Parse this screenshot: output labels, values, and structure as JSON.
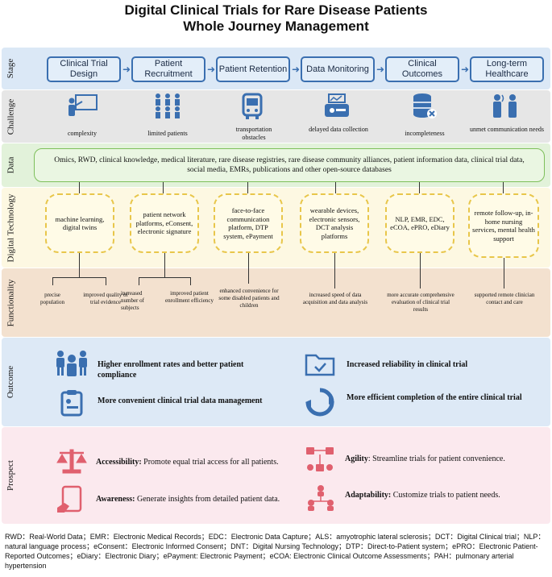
{
  "title": {
    "line1": "Digital Clinical Trials for Rare Disease Patients",
    "line2": "Whole Journey Management"
  },
  "row_labels": {
    "stage": "Stage",
    "challenge": "Challenge",
    "data": "Data",
    "tech": "Digital Technology",
    "func": "Functionality",
    "outcome": "Outcome",
    "prospect": "Prospect"
  },
  "stages": [
    "Clinical Trial Design",
    "Patient Recruitment",
    "Patient Retention",
    "Data Monitoring",
    "Clinical Outcomes",
    "Long-term Healthcare"
  ],
  "challenges": [
    "complexity",
    "limited patients",
    "transportation obstacles",
    "delayed data collection",
    "incompleteness",
    "unmet communication needs"
  ],
  "data_text": "Omics, RWD, clinical knowledge, medical literature, rare disease registries, rare disease community alliances, patient information data, clinical trial data, social media, EMRs, publications and other open-source databases",
  "tech": [
    "machine learning, digital twins",
    "patient network platforms, eConsent, electronic signature",
    "face-to-face communication platform, DTP system, ePayment",
    "wearable devices, electronic sensors, DCT analysis platforms",
    "NLP, EMR, EDC, eCOA, ePRO, eDiary",
    "remote follow-up, in-home nursing services, mental health support"
  ],
  "func": {
    "a1": "precise population",
    "a2": "improved quality of trial evidence",
    "b1": "increased number of subjects",
    "b2": "improved patient enrollment efficiency",
    "c": "enhanced convenience for some disabled patients and children",
    "d": "increased speed of data acquisition and data analysis",
    "e": "more accurate comprehensive evaluation of clinical trial results",
    "f": "supported remote clinician contact and care"
  },
  "outcomes": {
    "o1": "Higher enrollment rates and better patient compliance",
    "o2": "Increased reliability in clinical trial",
    "o3": "More convenient clinical trial data management",
    "o4": "More efficient completion of the entire clinical trial"
  },
  "prospects": {
    "p1_bold": "Accessibility:",
    "p1_text": " Promote equal trial access for all patients.",
    "p2_bold": "Agility",
    "p2_text": ": Streamline trials for patient convenience.",
    "p3_bold": "Awareness:",
    "p3_text": " Generate insights from detailed patient data.",
    "p4_bold": "Adaptability:",
    "p4_text": " Customize trials to patient needs."
  },
  "footnote": "RWD：Real-World Data；EMR：Electronic Medical Records；EDC：Electronic Data Capture；ALS：amyotrophic lateral sclerosis；DCT：Digital Clinical trial；NLP：natural language process；eConsent：Electronic Informed Consent；DNT：Digital Nursing Technology；DTP：Direct-to-Patient system；ePRO：Electronic Patient-Reported Outcomes；eDiary：Electronic Diary；ePayment: Electronic Payment；eCOA: Electronic Clinical Outcome Assessments；PAH：pulmonary arterial hypertension",
  "colors": {
    "stage_bg": "#dbe8f6",
    "challenge_bg": "#e6e6e6",
    "data_bg": "#e2f2da",
    "tech_bg": "#fdf8e2",
    "func_bg": "#f3e1cf",
    "outcome_bg": "#dde9f6",
    "prospect_bg": "#fbe9ee",
    "accent": "#3a6fb0",
    "pink": "#e0606e",
    "yellow": "#e8c64a"
  }
}
